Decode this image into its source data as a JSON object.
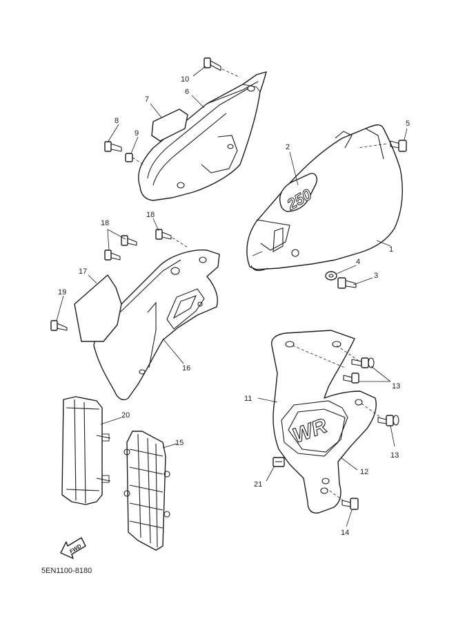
{
  "diagram_code": "5EN1100-8180",
  "fwd_label": "FWD",
  "decal_250": "250",
  "decal_wr": "WR",
  "callouts": {
    "c1": "1",
    "c2": "2",
    "c3": "3",
    "c4": "4",
    "c5": "5",
    "c6": "6",
    "c7": "7",
    "c8": "8",
    "c9": "9",
    "c10": "10",
    "c11": "11",
    "c12": "12",
    "c13a": "13",
    "c13b": "13",
    "c14": "14",
    "c15": "15",
    "c16": "16",
    "c17": "17",
    "c18a": "18",
    "c18b": "18",
    "c19": "19",
    "c20": "20",
    "c21": "21"
  }
}
